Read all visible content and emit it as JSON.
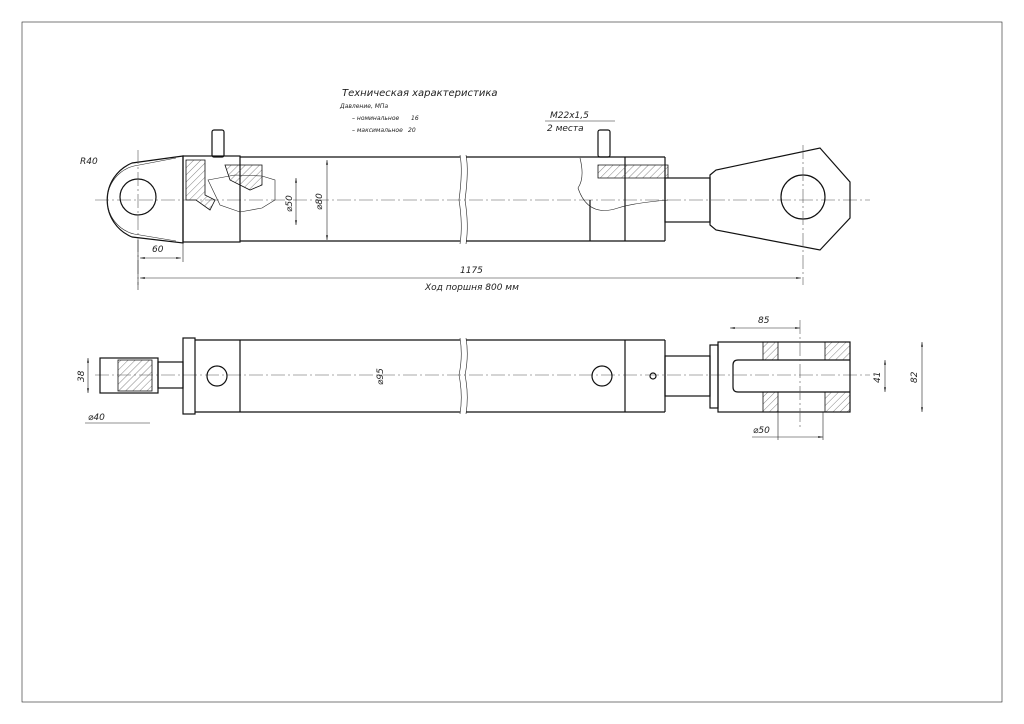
{
  "spec": {
    "title": "Техническая характеристика",
    "pressure_label": "Давление, МПа",
    "nominal_label": "– номинальное",
    "nominal_value": "16",
    "max_label": "– максимальное",
    "max_value": "20"
  },
  "top_view": {
    "radius_dim": "R40",
    "eye_offset_dim": "60",
    "rod_dia_dim": "⌀50",
    "bore_dia_dim": "⌀80",
    "overall_length_dim": "1175",
    "stroke_note": "Ход поршня 800 мм",
    "port_thread": "M22x1,5",
    "port_count": "2 места"
  },
  "bottom_view": {
    "body_dia_dim": "⌀95",
    "left_width_dim": "38",
    "left_dia_dim": "⌀40",
    "clevis_length_dim": "85",
    "clevis_slot_dim": "41",
    "clevis_width_dim": "82",
    "clevis_pin_dim": "⌀50"
  }
}
